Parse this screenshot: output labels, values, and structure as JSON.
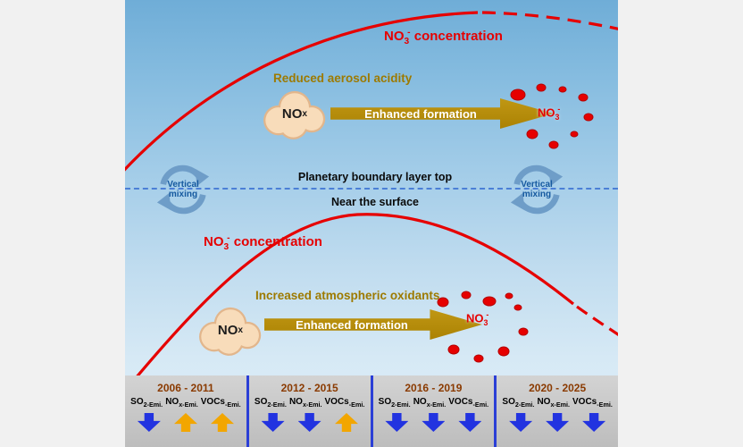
{
  "colors": {
    "curve_red": "#e60000",
    "formation_arrow_gold": "#ab8203",
    "condition_text_gold": "#9d7a00",
    "mixing_blue": "#15599f",
    "boundary_dash_blue": "#4b7fd6",
    "period_label_brown": "#8a3a00",
    "trend_down_blue": "#2233e0",
    "trend_up_gold": "#f2a600"
  },
  "upper": {
    "curve_label": {
      "pre": "NO",
      "sub": "3",
      "sup": "-",
      "post": " concentration"
    },
    "condition_label": "Reduced aerosol acidity",
    "cloud_label": {
      "pre": "NO",
      "sub": "x"
    },
    "arrow_label": "Enhanced formation",
    "particles_label": {
      "pre": "NO",
      "sub": "3",
      "sup": "-"
    }
  },
  "boundary": {
    "above_label": "Planetary boundary layer top",
    "below_label": "Near the surface",
    "mixing_left": {
      "line1": "Vertical",
      "line2": "mixing"
    },
    "mixing_right": {
      "line1": "Vertical",
      "line2": "mixing"
    }
  },
  "lower": {
    "curve_label": {
      "pre": "NO",
      "sub": "3",
      "sup": "-",
      "post": " concentration"
    },
    "condition_label": "Increased atmospheric oxidants",
    "cloud_label": {
      "pre": "NO",
      "sub": "x"
    },
    "arrow_label": "Enhanced formation",
    "particles_label": {
      "pre": "NO",
      "sub": "3",
      "sup": "-"
    }
  },
  "timeline": {
    "periods": [
      {
        "label": "2006 - 2011",
        "emissions": [
          {
            "base": "SO",
            "sub": "2-Emi."
          },
          {
            "base": "NO",
            "sub": "x-Emi."
          },
          {
            "base": "VOCs",
            "sub": "-Emi."
          }
        ],
        "trends": [
          "down",
          "up",
          "up"
        ]
      },
      {
        "label": "2012 - 2015",
        "emissions": [
          {
            "base": "SO",
            "sub": "2-Emi."
          },
          {
            "base": "NO",
            "sub": "x-Emi."
          },
          {
            "base": "VOCs",
            "sub": "-Emi."
          }
        ],
        "trends": [
          "down",
          "down",
          "up"
        ]
      },
      {
        "label": "2016 - 2019",
        "emissions": [
          {
            "base": "SO",
            "sub": "2-Emi."
          },
          {
            "base": "NO",
            "sub": "x-Emi."
          },
          {
            "base": "VOCs",
            "sub": "-Emi."
          }
        ],
        "trends": [
          "down",
          "down",
          "down"
        ]
      },
      {
        "label": "2020 - 2025",
        "emissions": [
          {
            "base": "SO",
            "sub": "2-Emi."
          },
          {
            "base": "NO",
            "sub": "x-Emi."
          },
          {
            "base": "VOCs",
            "sub": "-Emi."
          }
        ],
        "trends": [
          "down",
          "down",
          "down"
        ]
      }
    ]
  }
}
